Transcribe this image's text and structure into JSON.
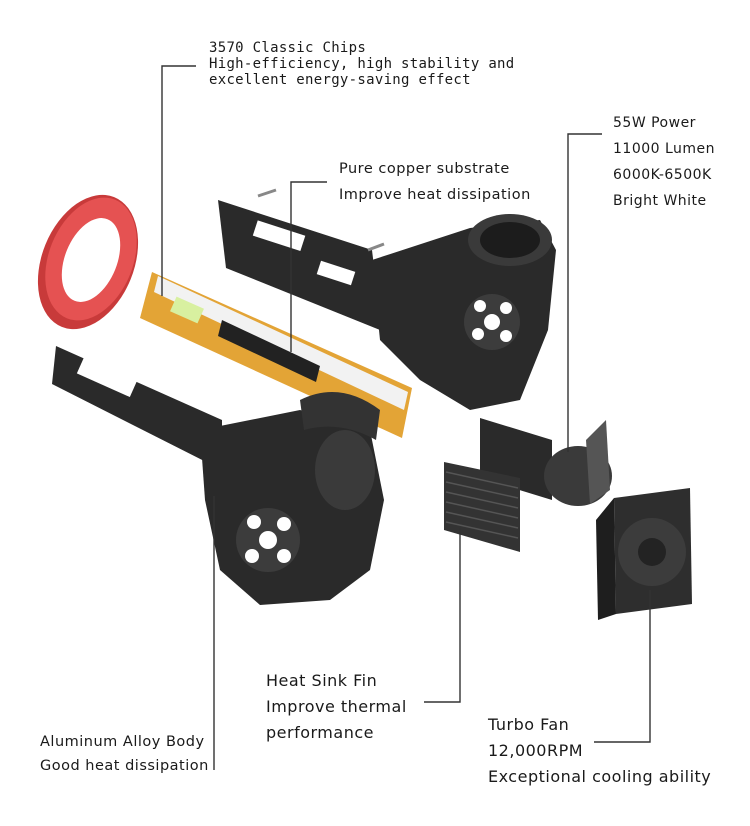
{
  "callouts": {
    "chips": {
      "line1": "3570 Classic Chips",
      "line2": "High-efficiency, high stability and",
      "line3": "excellent energy-saving effect"
    },
    "power": {
      "line1": "55W Power",
      "line2": "11000 Lumen",
      "line3": "6000K-6500K",
      "line4": "Bright White"
    },
    "copper": {
      "line1": "Pure copper substrate",
      "line2": "Improve heat dissipation"
    },
    "heatsink": {
      "line1": "Heat Sink Fin",
      "line2": "Improve thermal",
      "line3": "performance"
    },
    "alloy": {
      "line1": "Aluminum Alloy Body",
      "line2": "Good heat dissipation"
    },
    "fan": {
      "line1": "Turbo Fan",
      "line2": "12,000RPM",
      "line3": "Exceptional cooling ability"
    }
  },
  "colors": {
    "body": "#2a2a2a",
    "ring": "#e04848",
    "pcb": "#e3a436",
    "line": "#333333"
  }
}
